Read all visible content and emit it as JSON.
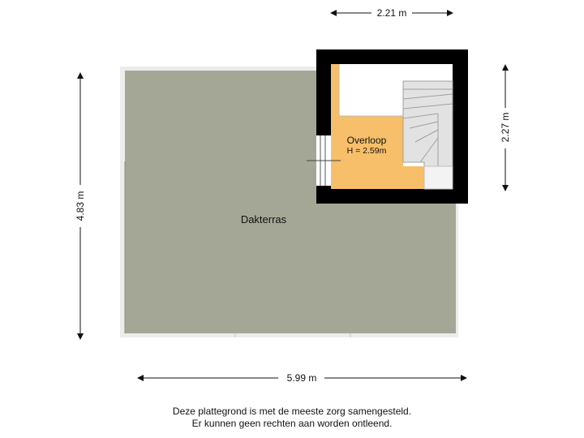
{
  "dimensions": {
    "top": "2.21 m",
    "right": "2.27 m",
    "left": "4.83 m",
    "bottom": "5.99 m"
  },
  "rooms": {
    "terrace": {
      "name": "Dakterras"
    },
    "landing": {
      "name": "Overloop",
      "height": "H = 2.59m"
    }
  },
  "colors": {
    "terrace_fill": "#a5a796",
    "landing_fill": "#f7bf69",
    "wall": "#000000",
    "stairs": "#d9d9d9"
  },
  "disclaimer": {
    "line1": "Deze plattegrond is met de meeste zorg samengesteld.",
    "line2": "Er kunnen geen rechten aan worden ontleend."
  }
}
